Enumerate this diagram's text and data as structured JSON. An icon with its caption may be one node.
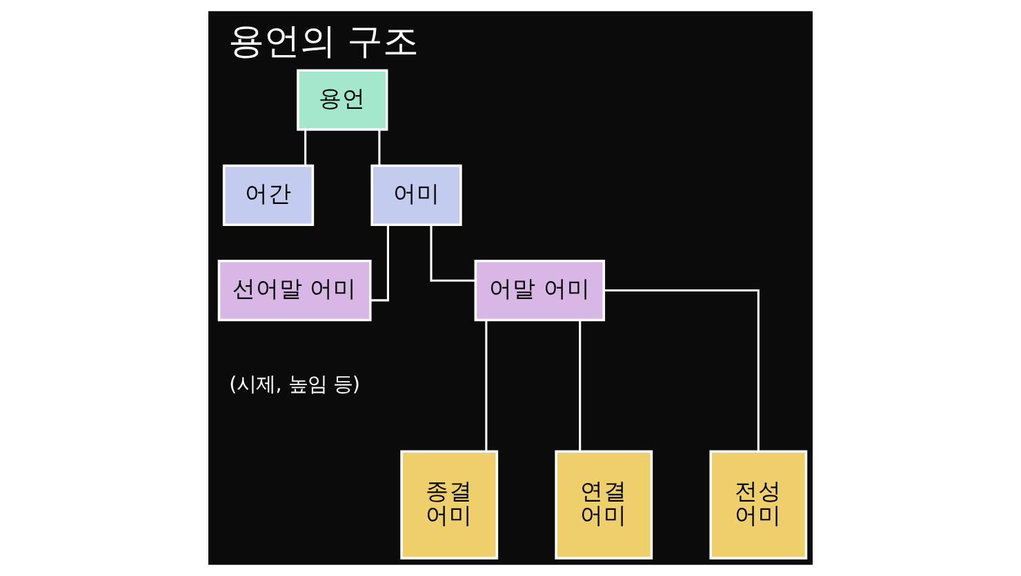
{
  "diagram": {
    "title": "용언의 구조",
    "nodes": [
      {
        "text": [
          "용언"
        ]
      },
      {
        "text": [
          "어간"
        ]
      },
      {
        "text": [
          "어미"
        ]
      },
      {
        "text": [
          "선어말 어미"
        ],
        "beside": [
          "(시제, 높임 등)"
        ]
      },
      {
        "text": [
          "어말 어미"
        ]
      },
      {
        "text": [
          "종결 어미"
        ]
      },
      {
        "text": [
          "연결 어미"
        ]
      },
      {
        "text": [
          "전성 어미"
        ]
      }
    ],
    "edges": [
      {
        "from": 0,
        "to": 1,
        "arrow": "none"
      },
      {
        "from": 0,
        "to": 2,
        "arrow": "none"
      },
      {
        "from": 2,
        "to": 3,
        "arrow": "none"
      },
      {
        "from": 2,
        "to": 4,
        "arrow": "none"
      },
      {
        "from": 4,
        "to": 5,
        "arrow": "none"
      },
      {
        "from": 4,
        "to": 6,
        "arrow": "none"
      },
      {
        "from": 4,
        "to": 7,
        "arrow": "none"
      }
    ]
  }
}
